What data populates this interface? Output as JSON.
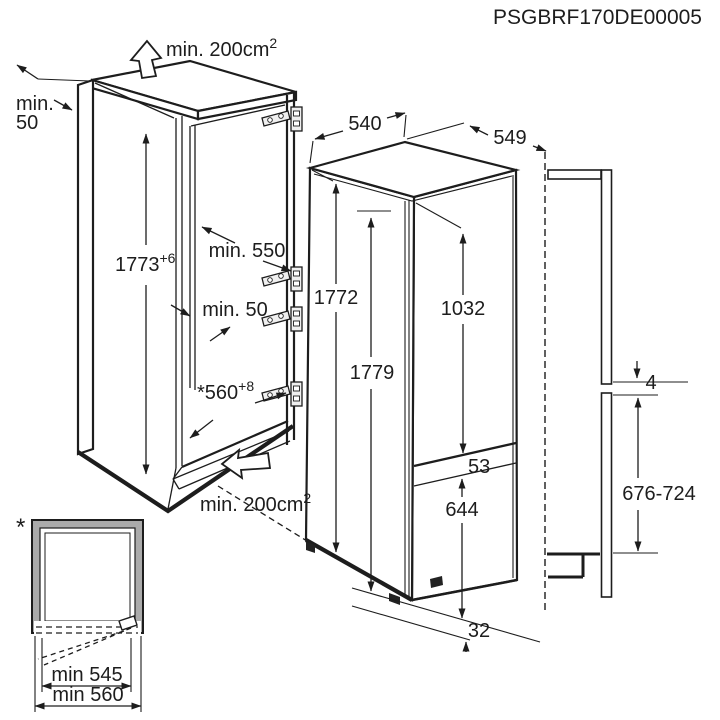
{
  "title": "PSGBRF170DE00005",
  "cabinet": {
    "top_vent_area": {
      "base": "min. 200cm",
      "sup": "2"
    },
    "top_clearance": {
      "line1": "min.",
      "line2": "50"
    },
    "niche_height": {
      "base": "1773",
      "sup": "+6"
    },
    "niche_depth": "min. 550",
    "rear_clearance": "min. 50",
    "base_depth": {
      "base": "*560",
      "sup": "+8"
    },
    "bottom_vent_area": {
      "base": "min. 200cm",
      "sup": "2"
    }
  },
  "appliance": {
    "width": "540",
    "depth": "549",
    "recess_height": "1772",
    "overall_height": "1779",
    "upper_door_height": "1032",
    "door_gap": "53",
    "lower_door_height": "644",
    "bottom_clearance": "32"
  },
  "door_panel": {
    "gap": "4",
    "lower_panel_height": "676-724"
  },
  "cross_section": {
    "marker": "*",
    "inner_width": "min 545",
    "outer_width": "min 560"
  },
  "colors": {
    "line": "#1d1d1d",
    "background": "#ffffff",
    "wall_fill": "#ababab",
    "hinge_fill": "#efefef"
  }
}
